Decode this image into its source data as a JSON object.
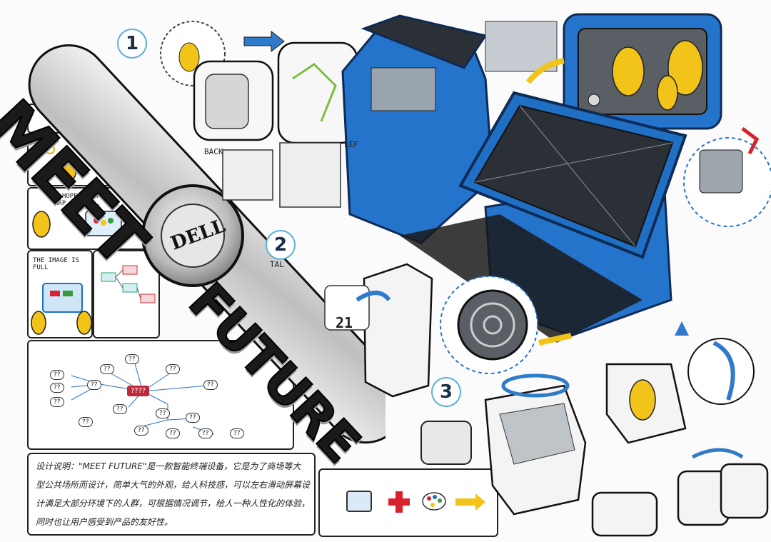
{
  "banner": {
    "word_top": "MEET",
    "word_bottom": "FUTURE",
    "logo_text": "DELL"
  },
  "step_numbers": [
    "1",
    "2",
    "3"
  ],
  "sketch_labels": {
    "back": "BACK",
    "left": "LEF",
    "tal": "TAL",
    "counter": "21"
  },
  "storyboard": {
    "frame1_text": "I HOPE IT HAVE MAP, FOOD...",
    "frame2_text": "THE IMAGE IS FULL"
  },
  "mindmap": {
    "center": "????",
    "nodes": [
      "??",
      "??",
      "??",
      "??",
      "??",
      "??",
      "??",
      "??",
      "??",
      "??",
      "??",
      "??",
      "??",
      "??",
      "??",
      "??"
    ]
  },
  "description": {
    "line1": "设计说明：\"MEET FUTURE\"是一款智能终端设备，它是为了商场等大",
    "line2": "型公共场所而设计，简单大气的外观，给人科技感，可以左右滑动屏幕设",
    "line3": "计满足大部分环境下的人群，可根据情况调节，给人一种人性化的体验，",
    "line4": "同时也让用户感受到产品的友好性。"
  },
  "colors": {
    "device_blue": "#1f6fc4",
    "accent_yellow": "#f2c318",
    "accent_red": "#d8212e",
    "outline": "#1a1a1a",
    "screen_dark": "#2b2f36"
  }
}
